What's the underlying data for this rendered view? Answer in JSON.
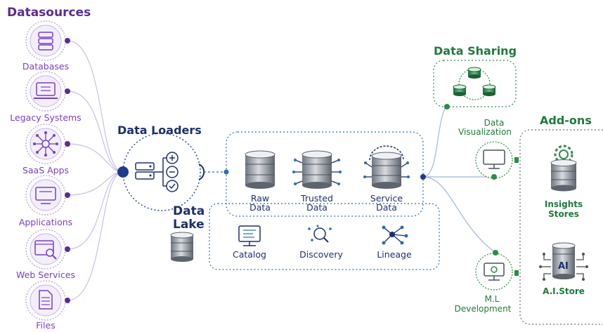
{
  "datasources": {
    "title": "Datasources",
    "items": [
      "Databases",
      "Legacy Systems",
      "SaaS Apps",
      "Applications",
      "Web Services",
      "Files"
    ]
  },
  "loaders": {
    "title": "Data Loaders"
  },
  "lake": {
    "title_line1": "Data",
    "title_line2": "Lake",
    "stores": [
      {
        "line1": "Raw",
        "line2": "Data"
      },
      {
        "line1": "Trusted",
        "line2": "Data"
      },
      {
        "line1": "Service",
        "line2": "Data"
      }
    ],
    "tools": [
      "Catalog",
      "Discovery",
      "Lineage"
    ]
  },
  "sharing": {
    "title": "Data Sharing"
  },
  "visualization": {
    "line1": "Data",
    "line2": "Visualization"
  },
  "ml": {
    "line1": "M.L",
    "line2": "Development"
  },
  "addons": {
    "title": "Add-ons",
    "insights": {
      "line1": "Insights",
      "line2": "Stores"
    },
    "ai_store": "A.I.Store",
    "ai_badge": "AI"
  },
  "colors": {
    "purple": "#5b2c91",
    "lavender": "#7b3fc0",
    "navy": "#1e2f6d",
    "blue": "#2a6db5",
    "green": "#1f7a3c"
  }
}
